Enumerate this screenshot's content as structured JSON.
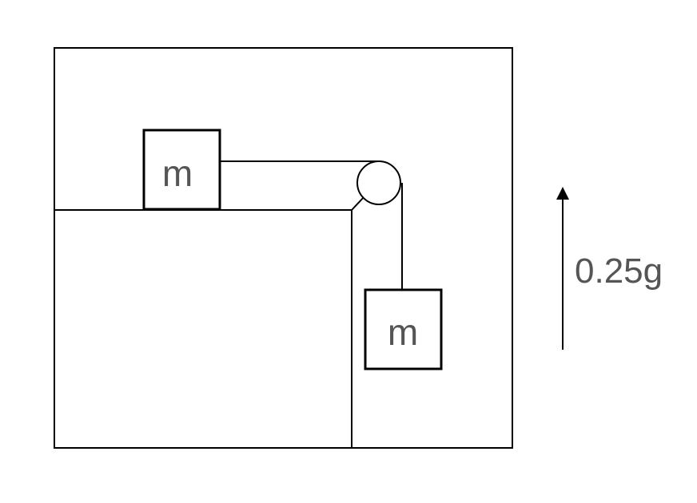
{
  "diagram": {
    "block_top": {
      "label": "m"
    },
    "block_hanging": {
      "label": "m"
    },
    "acceleration": {
      "label": "0.25g",
      "direction": "up"
    }
  },
  "colors": {
    "line": "#000000",
    "text": "#555555",
    "background": "#ffffff"
  }
}
